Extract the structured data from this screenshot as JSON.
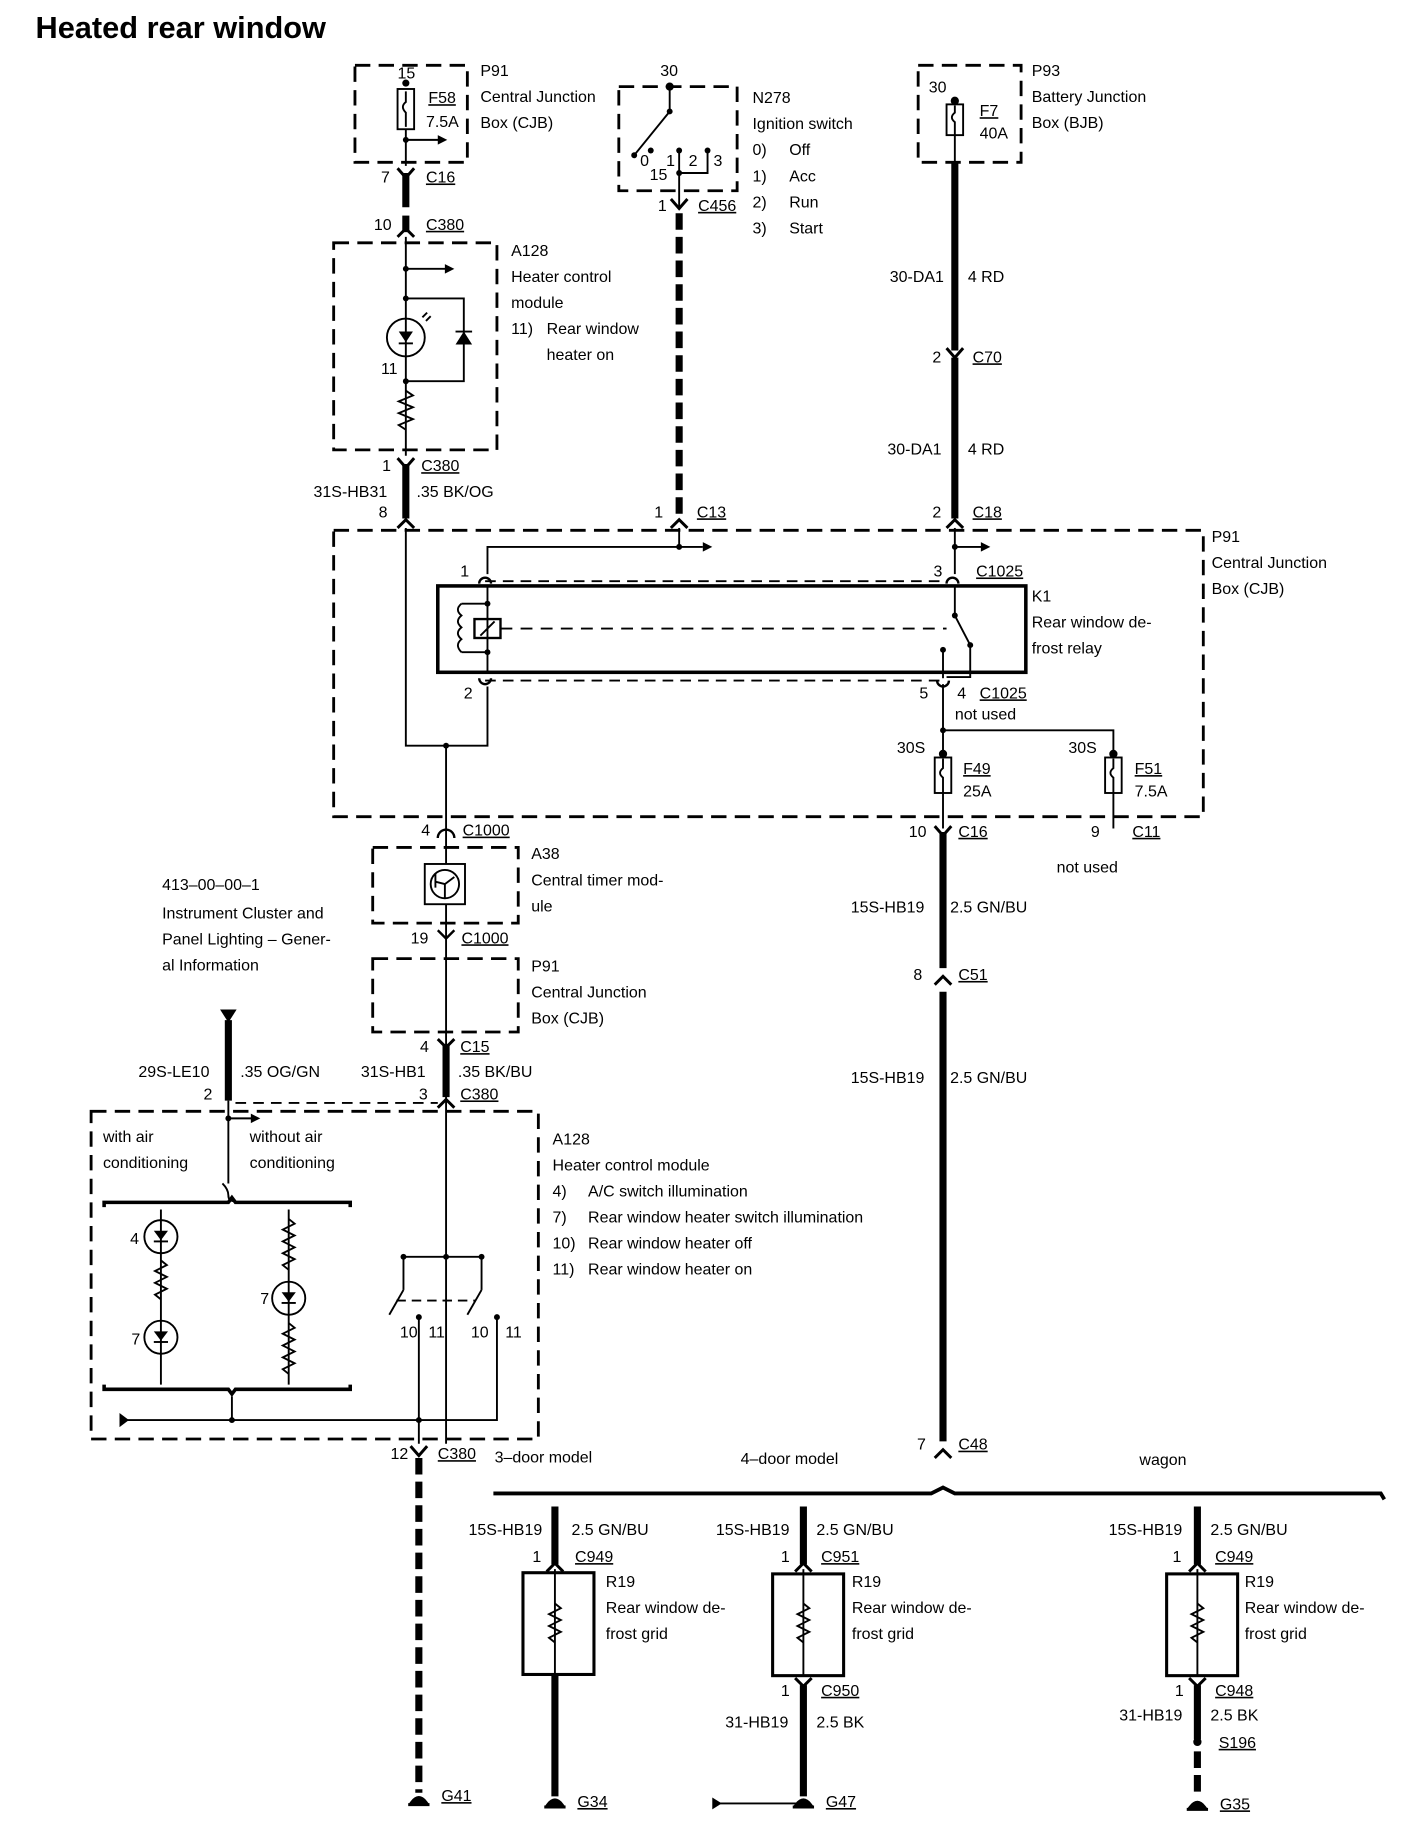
{
  "title": "Heated rear window",
  "components": {
    "p91_top": {
      "id": "P91",
      "name1": "Central Junction",
      "name2": "Box (CJB)",
      "pin": "15",
      "fuse": "F58",
      "rating": "7.5A"
    },
    "n278": {
      "id": "N278",
      "name": "Ignition switch",
      "pin_top": "30",
      "pin_bottom": "15",
      "positions": [
        "0",
        "1",
        "2",
        "3"
      ],
      "legend": [
        {
          "num": "0)",
          "label": "Off"
        },
        {
          "num": "1)",
          "label": "Acc"
        },
        {
          "num": "2)",
          "label": "Run"
        },
        {
          "num": "3)",
          "label": "Start"
        }
      ]
    },
    "p93": {
      "id": "P93",
      "name1": "Battery Junction",
      "name2": "Box (BJB)",
      "pin": "30",
      "fuse": "F7",
      "rating": "40A"
    },
    "a128_top": {
      "id": "A128",
      "name1": "Heater control",
      "name2": "module",
      "legend_num": "11)",
      "legend1": "Rear window",
      "legend2": "heater on",
      "led_num": "11"
    },
    "p91_main": {
      "id": "P91",
      "name1": "Central Junction",
      "name2": "Box (CJB)"
    },
    "k1": {
      "id": "K1",
      "name1": "Rear window de-",
      "name2": "frost relay",
      "pin1": "1",
      "pin2": "2",
      "pin3": "3",
      "pin4": "4",
      "pin5": "5",
      "conn_top": "C1025",
      "conn_bottom": "C1025",
      "not_used": "not used"
    },
    "f49": {
      "fuse": "F49",
      "rating": "25A",
      "pin": "30S"
    },
    "f51": {
      "fuse": "F51",
      "rating": "7.5A",
      "pin": "30S"
    },
    "a38": {
      "id": "A38",
      "name1": "Central timer mod-",
      "name2": "ule"
    },
    "p91_lower": {
      "id": "P91",
      "name1": "Central Junction",
      "name2": "Box (CJB)"
    },
    "ref_note": {
      "code": "413–00–00–1",
      "line1": "Instrument Cluster and",
      "line2": "Panel Lighting – Gener-",
      "line3": "al Information"
    },
    "a128_bottom": {
      "id": "A128",
      "name": "Heater control module",
      "with_ac1": "with air",
      "with_ac2": "conditioning",
      "without_ac1": "without air",
      "without_ac2": "conditioning",
      "legend": [
        {
          "num": "4)",
          "label": "A/C switch illumination"
        },
        {
          "num": "7)",
          "label": "Rear window heater switch illumination"
        },
        {
          "num": "10)",
          "label": "Rear window heater off"
        },
        {
          "num": "11)",
          "label": "Rear window heater on"
        }
      ],
      "led4": "4",
      "led7a": "7",
      "led7b": "7",
      "sw10a": "10",
      "sw11a": "11",
      "sw10b": "10",
      "sw11b": "11"
    },
    "variants": {
      "three_door": "3–door model",
      "four_door": "4–door model",
      "wagon": "wagon"
    },
    "r19_3door": {
      "id": "R19",
      "name1": "Rear window de-",
      "name2": "frost grid"
    },
    "r19_4door": {
      "id": "R19",
      "name1": "Rear window de-",
      "name2": "frost grid"
    },
    "r19_wagon": {
      "id": "R19",
      "name1": "Rear window de-",
      "name2": "frost grid"
    }
  },
  "connectors": {
    "c16_top": {
      "pin": "7",
      "name": "C16"
    },
    "c380_a": {
      "pin": "10",
      "name": "C380"
    },
    "c380_b": {
      "pin": "1",
      "name": "C380"
    },
    "c456": {
      "pin": "1",
      "name": "C456"
    },
    "c70": {
      "pin": "2",
      "name": "C70"
    },
    "c13": {
      "pin": "1",
      "name": "C13"
    },
    "c18": {
      "pin": "2",
      "name": "C18"
    },
    "c1000_a": {
      "pin": "4",
      "name": "C1000"
    },
    "c16_b": {
      "pin": "10",
      "name": "C16"
    },
    "c11": {
      "pin": "9",
      "name": "C11",
      "note": "not used"
    },
    "c1000_b": {
      "pin": "19",
      "name": "C1000"
    },
    "c15": {
      "pin": "4",
      "name": "C15"
    },
    "c380_c": {
      "pin": "3",
      "name": "C380"
    },
    "c380_d": {
      "pin": "12",
      "name": "C380"
    },
    "c51": {
      "pin": "8",
      "name": "C51"
    },
    "c48": {
      "pin": "7",
      "name": "C48"
    },
    "c949_a": {
      "pin": "1",
      "name": "C949"
    },
    "c951": {
      "pin": "1",
      "name": "C951"
    },
    "c950": {
      "pin": "1",
      "name": "C950"
    },
    "c949_b": {
      "pin": "1",
      "name": "C949"
    },
    "c948": {
      "pin": "1",
      "name": "C948"
    },
    "s196": {
      "name": "S196"
    },
    "pin8_hb31": "8",
    "pin2_le10": "2"
  },
  "wires": {
    "da1_a": {
      "circuit": "30-DA1",
      "spec": "4 RD"
    },
    "da1_b": {
      "circuit": "30-DA1",
      "spec": "4 RD"
    },
    "hb31": {
      "circuit": "31S-HB31",
      "spec": ".35 BK/OG"
    },
    "hb19_a": {
      "circuit": "15S-HB19",
      "spec": "2.5 GN/BU"
    },
    "hb19_b": {
      "circuit": "15S-HB19",
      "spec": "2.5 GN/BU"
    },
    "le10": {
      "circuit": "29S-LE10",
      "spec": ".35 OG/GN"
    },
    "hb1": {
      "circuit": "31S-HB1",
      "spec": ".35 BK/BU"
    },
    "hb19_3d": {
      "circuit": "15S-HB19",
      "spec": "2.5 GN/BU"
    },
    "hb19_4d": {
      "circuit": "15S-HB19",
      "spec": "2.5 GN/BU"
    },
    "hb19_wg": {
      "circuit": "15S-HB19",
      "spec": "2.5 GN/BU"
    },
    "gnd_4d": {
      "circuit": "31-HB19",
      "spec": "2.5 BK"
    },
    "gnd_wg": {
      "circuit": "31-HB19",
      "spec": "2.5 BK"
    }
  },
  "grounds": {
    "g41": "G41",
    "g34": "G34",
    "g47": "G47",
    "g35": "G35"
  }
}
